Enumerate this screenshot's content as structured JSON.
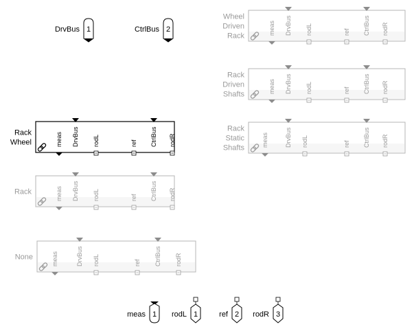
{
  "colors": {
    "active": "#000000",
    "inactive": "#9a9a9a",
    "border_active": "#000000",
    "border_inactive": "#b4b4b4"
  },
  "inports": [
    {
      "label": "DrvBus",
      "number": "1"
    },
    {
      "label": "CtrlBus",
      "number": "2"
    }
  ],
  "outports": [
    {
      "label": "meas",
      "number": "1",
      "kind": "signal"
    },
    {
      "label": "rodL",
      "number": "1",
      "kind": "physical"
    },
    {
      "label": "ref",
      "number": "2",
      "kind": "physical"
    },
    {
      "label": "rodR",
      "number": "3",
      "kind": "physical"
    }
  ],
  "subsystem_ports": {
    "inputs": [
      "DrvBus",
      "CtrlBus"
    ],
    "signal_outputs": [
      "meas"
    ],
    "physical_outputs": [
      "rodL",
      "ref",
      "rodR"
    ]
  },
  "variant_blocks": [
    {
      "id": "rack-wheel",
      "title": [
        "Rack",
        "Wheel"
      ],
      "active": true
    },
    {
      "id": "rack",
      "title": [
        "Rack"
      ],
      "active": false
    },
    {
      "id": "none",
      "title": [
        "None"
      ],
      "active": false
    },
    {
      "id": "wheel-driven-rack",
      "title": [
        "Wheel",
        "Driven",
        "Rack"
      ],
      "active": false
    },
    {
      "id": "rack-driven-shafts",
      "title": [
        "Rack",
        "Driven",
        "Shafts"
      ],
      "active": false
    },
    {
      "id": "rack-static-shafts",
      "title": [
        "Rack",
        "Static",
        "Shafts"
      ],
      "active": false
    }
  ],
  "icons": {
    "link": "link-icon",
    "physical_port": "physical-port-icon"
  }
}
